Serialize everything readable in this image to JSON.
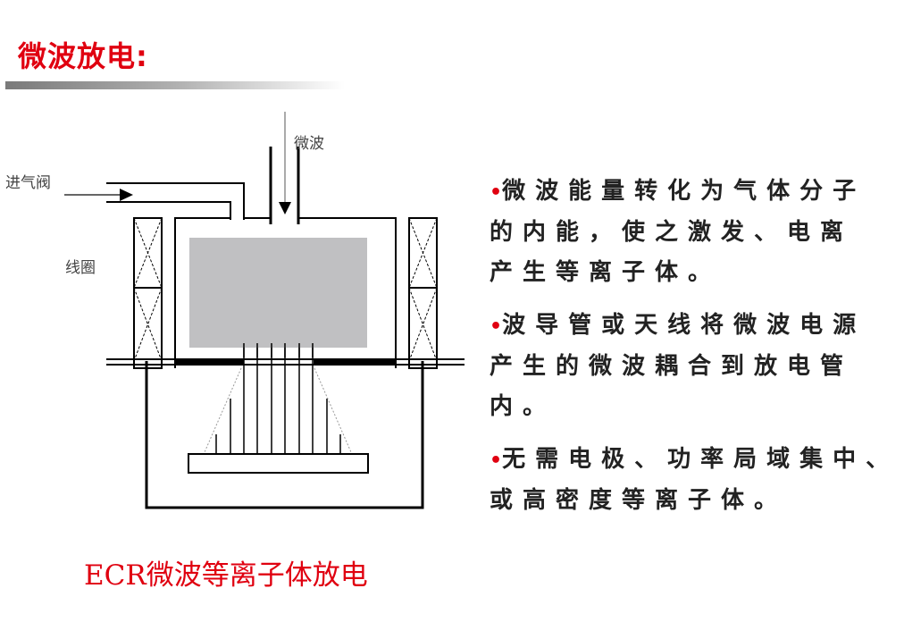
{
  "title": "微波放电:",
  "diagram": {
    "labels": {
      "microwave": "微波",
      "gas_inlet": "进气阀",
      "coil": "线圈"
    },
    "caption": "ECR微波等离子体放电"
  },
  "bullets": [
    {
      "lines": [
        "微波能量转化为气体分子",
        "的内能，使之激发、电离",
        "产生等离子体。"
      ]
    },
    {
      "lines": [
        "波导管或天线将微波电源",
        "产生的微波耦合到放电管",
        "内。"
      ]
    },
    {
      "lines": [
        "无需电极、功率局域集中、",
        "或高密度等离子体。"
      ]
    }
  ],
  "bullet_symbol": "•",
  "colors": {
    "accent": "#e00010",
    "plasma": "#c0c0c2"
  }
}
